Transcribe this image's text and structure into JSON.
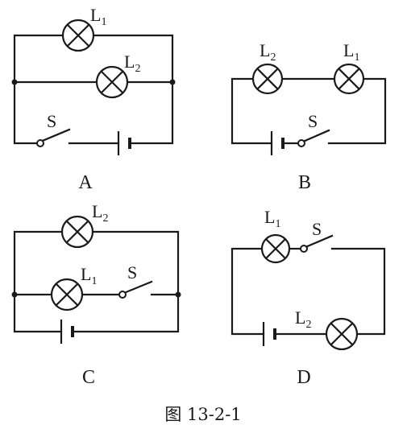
{
  "labels": {
    "lamp": "L",
    "lamp1_sub": "1",
    "lamp2_sub": "2",
    "switch": "S"
  },
  "captions": {
    "a": "A",
    "b": "B",
    "c": "C",
    "d": "D"
  },
  "figure_caption": "图 13-2-1"
}
